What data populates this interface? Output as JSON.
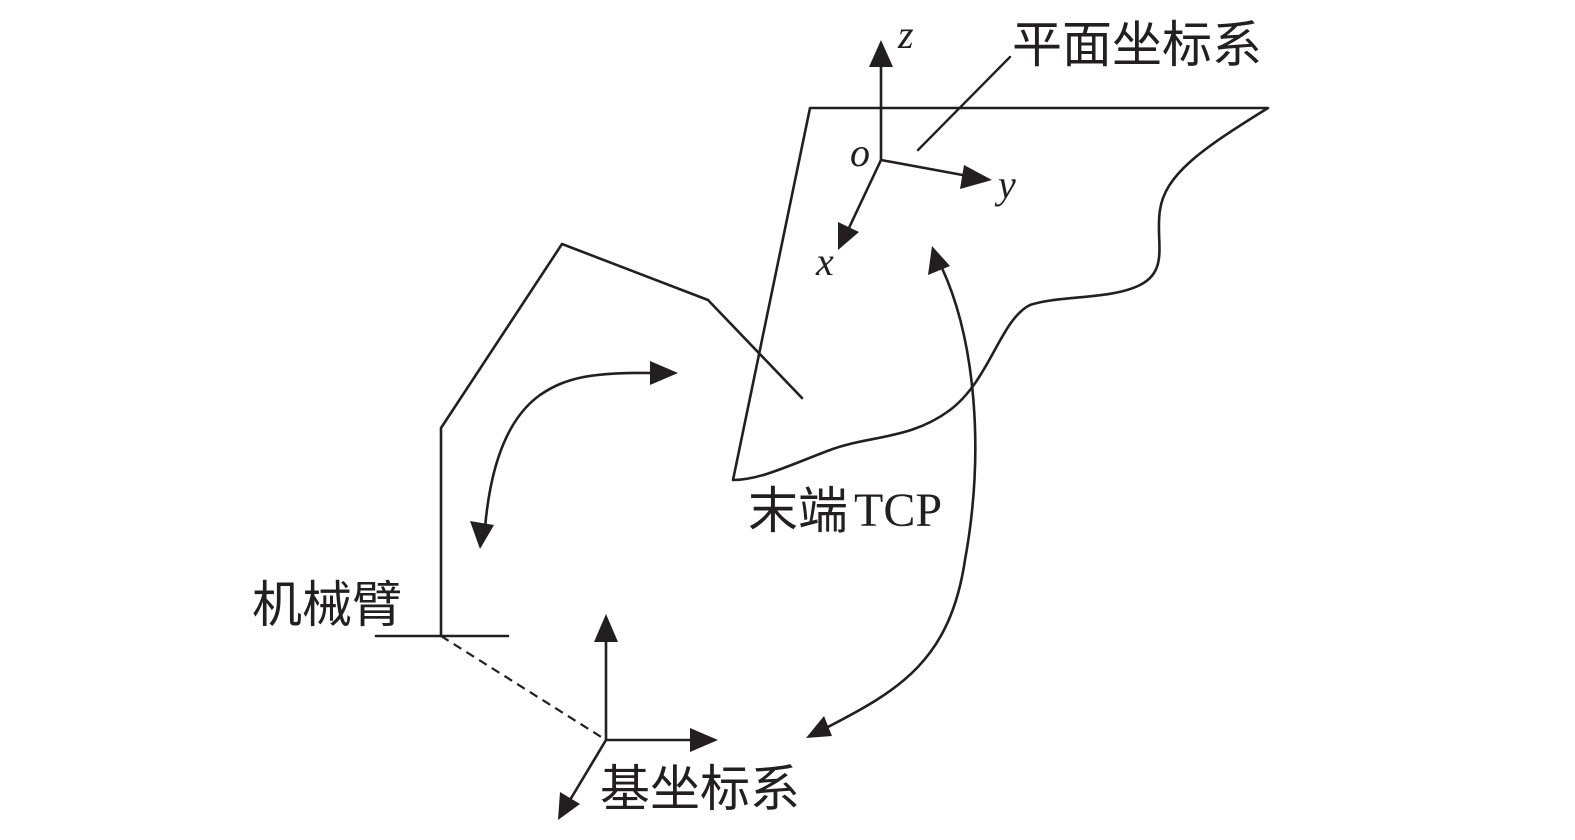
{
  "labels": {
    "plane_coordinate_system": "平面坐标系",
    "base_coordinate_system": "基坐标系",
    "robot_arm": "机械臂",
    "end_tcp_cjk": "末端",
    "end_tcp_latin": "TCP",
    "axis_x": "x",
    "axis_y": "y",
    "axis_z": "z",
    "origin": "o"
  },
  "colors": {
    "ink": "#231f20",
    "background": "#ffffff"
  }
}
